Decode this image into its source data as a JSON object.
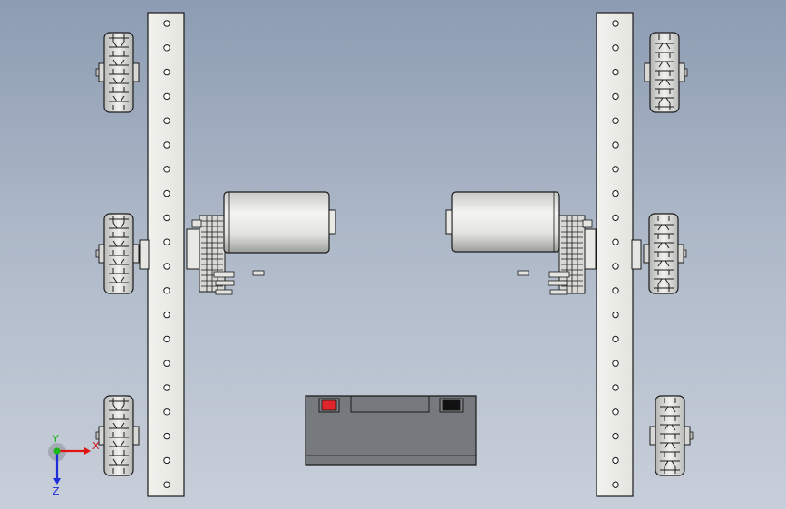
{
  "viewport": {
    "background_top": "#8d9cb2",
    "background_bottom": "#c8cfda"
  },
  "model": {
    "rails": 2,
    "wheels": 6,
    "motors": 2,
    "battery": {
      "positive_terminal_color": "#e0262a",
      "negative_terminal_color": "#111111",
      "body_color": "#76797d"
    }
  },
  "triad": {
    "x_label": "X",
    "y_label": "Y",
    "z_label": "Z",
    "x_color": "#e01414",
    "y_color": "#18b618",
    "z_color": "#1c2ed8"
  }
}
